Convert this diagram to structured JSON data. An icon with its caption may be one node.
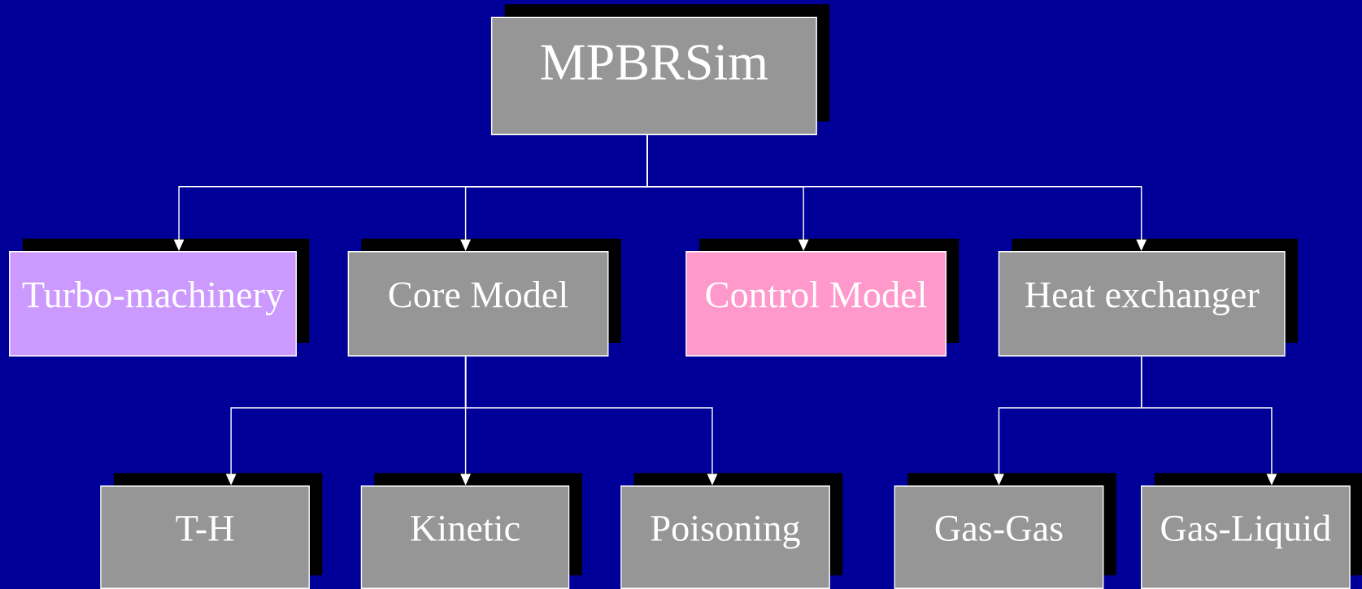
{
  "diagram": {
    "nodes": [
      {
        "text": [
          "MPBRSim"
        ]
      },
      {
        "text": [
          "Turbo-machinery"
        ]
      },
      {
        "text": [
          "Core Model"
        ]
      },
      {
        "text": [
          "Control Model"
        ]
      },
      {
        "text": [
          "Heat exchanger"
        ]
      },
      {
        "text": [
          "T-H"
        ]
      },
      {
        "text": [
          "Kinetic"
        ]
      },
      {
        "text": [
          "Poisoning"
        ]
      },
      {
        "text": [
          "Gas-Gas"
        ]
      },
      {
        "text": [
          "Gas-Liquid"
        ]
      }
    ],
    "edges": [
      {
        "from": 0,
        "to": 1,
        "arrow": "to"
      },
      {
        "from": 0,
        "to": 2,
        "arrow": "to"
      },
      {
        "from": 0,
        "to": 3,
        "arrow": "to"
      },
      {
        "from": 0,
        "to": 4,
        "arrow": "to"
      },
      {
        "from": 2,
        "to": 5,
        "arrow": "to"
      },
      {
        "from": 2,
        "to": 6,
        "arrow": "to"
      },
      {
        "from": 2,
        "to": 7,
        "arrow": "to"
      },
      {
        "from": 4,
        "to": 8,
        "arrow": "to"
      },
      {
        "from": 4,
        "to": 9,
        "arrow": "to"
      }
    ]
  }
}
